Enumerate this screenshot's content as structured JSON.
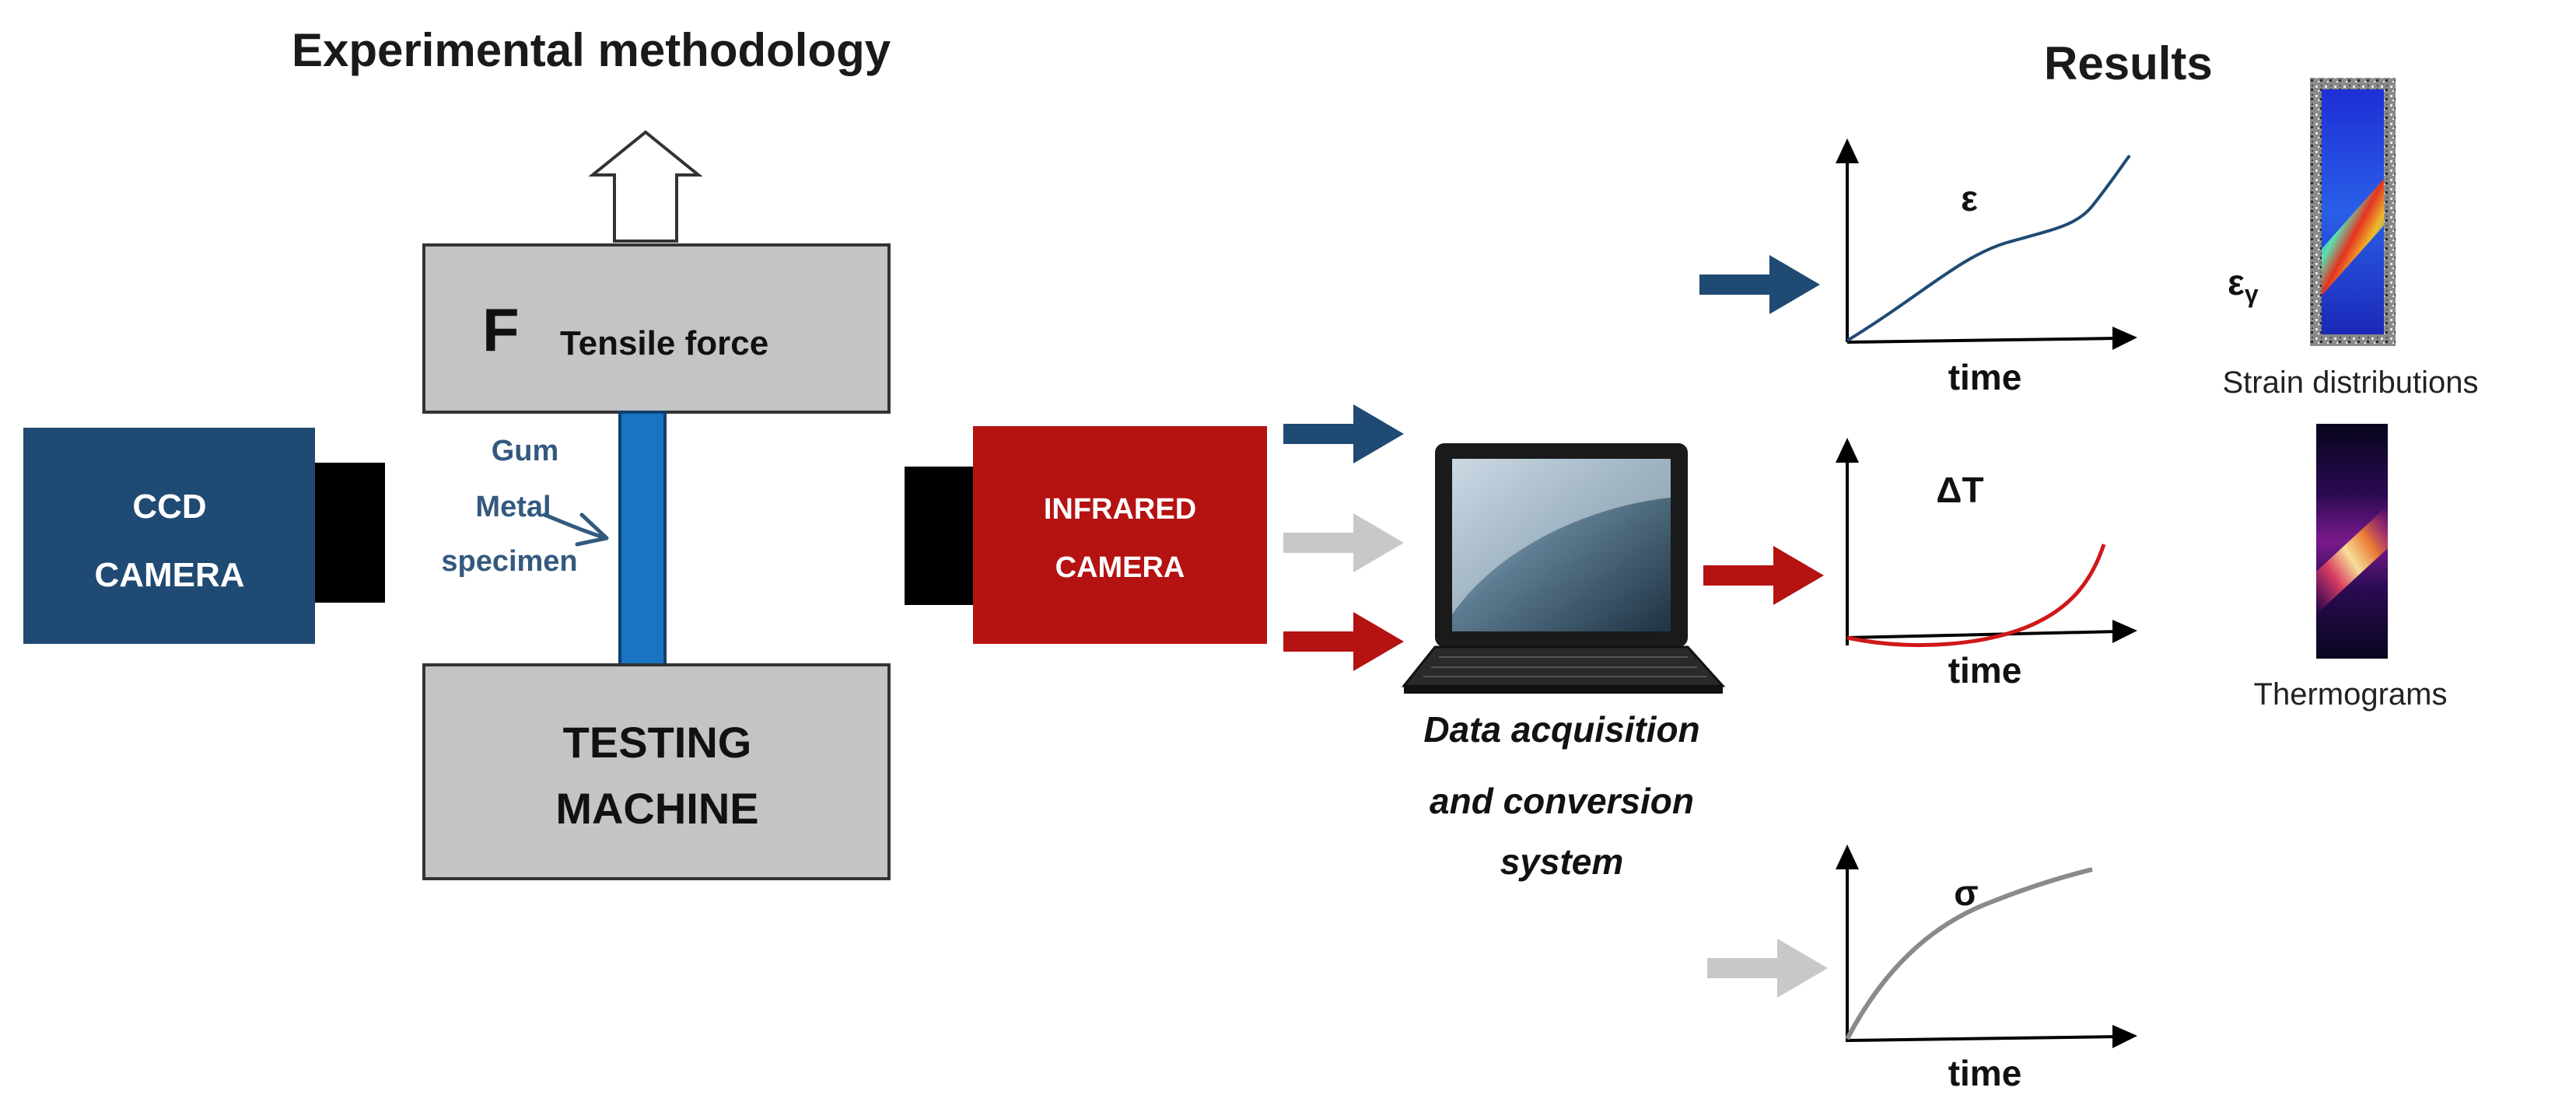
{
  "headings": {
    "left": "Experimental methodology",
    "right": "Results"
  },
  "ccd_camera": {
    "line1": "CCD",
    "line2": "CAMERA"
  },
  "force_box": {
    "symbol": "F",
    "label": "Tensile force"
  },
  "specimen_label": {
    "line1": "Gum",
    "line2": "Metal",
    "line3": "specimen"
  },
  "testing_machine": {
    "line1": "TESTING",
    "line2": "MACHINE"
  },
  "infrared_camera": {
    "line1": "INFRARED",
    "line2": "CAMERA"
  },
  "data_system": {
    "line1": "Data acquisition",
    "line2": "and conversion",
    "line3": "system"
  },
  "plots": [
    {
      "quantity": "ε",
      "x_label": "time"
    },
    {
      "quantity": "ΔT",
      "x_label": "time"
    },
    {
      "quantity": "σ",
      "x_label": "time"
    }
  ],
  "results": {
    "strain_symbol": "ε",
    "strain_subscript": "γ",
    "strain_caption": "Strain distributions",
    "thermo_caption": "Thermograms"
  },
  "colors": {
    "ccd_blue": "#1f4a73",
    "specimen_blue": "#1a74c4",
    "infrared_red": "#b51212",
    "arrow_blue": "#1f4a73",
    "arrow_gray": "#c8c8c8",
    "arrow_red": "#b51212",
    "machine_gray": "#c4c4c4"
  }
}
